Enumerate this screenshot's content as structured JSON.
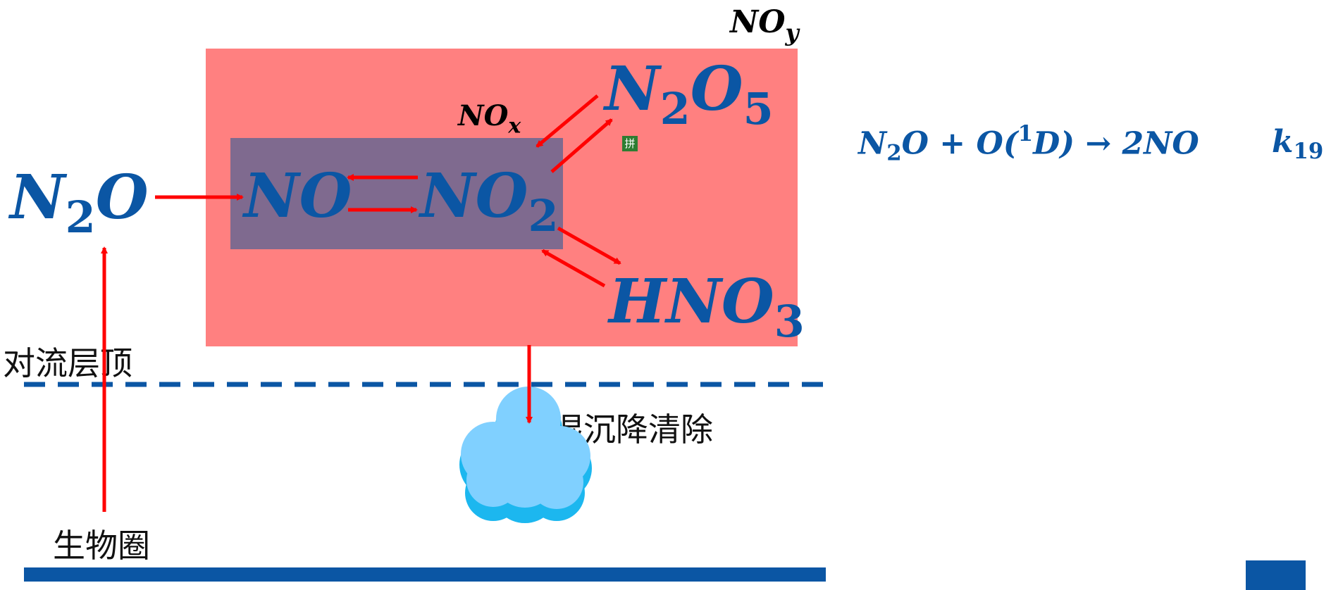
{
  "labels": {
    "noy": {
      "base": "NO",
      "sub": "y"
    },
    "nox": {
      "base": "NO",
      "sub": "x"
    },
    "n2o_left": {
      "a": "N",
      "sub": "2",
      "b": "O"
    },
    "no": "NO",
    "no2": {
      "base": "NO",
      "sub": "2"
    },
    "n2o5": {
      "a": "N",
      "sub1": "2",
      "b": "O",
      "sub2": "5"
    },
    "hno3": {
      "base": "HNO",
      "sub": "3"
    }
  },
  "chinese": {
    "tropopause": "对流层顶",
    "wet_deposition": "湿沉降清除",
    "biosphere": "生物圈"
  },
  "equation": {
    "n": "N",
    "sub2": "2",
    "o_plus": "O + O(",
    "sup1": "1",
    "d_arrow": "D) → 2NO"
  },
  "rate_constant": {
    "base": "k",
    "sub": "19"
  },
  "pinyin_icon": "拼",
  "colors": {
    "noy_box": "#ff8080",
    "nox_box": "#7f6a8f",
    "chem_text": "#0b56a4",
    "arrow": "#ff0000",
    "line": "#0b56a4",
    "cloud_light": "#80d0ff",
    "cloud_dark": "#1cb7ef"
  }
}
